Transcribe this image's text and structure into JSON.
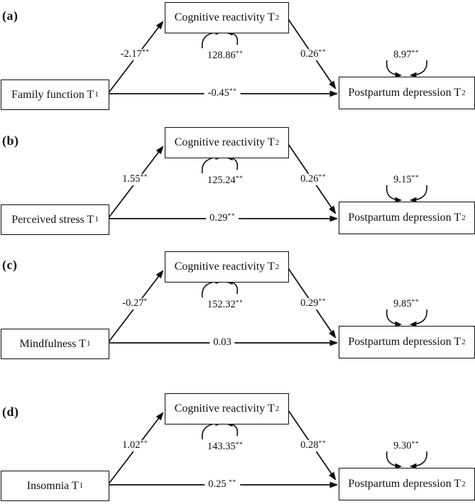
{
  "figure": {
    "mediator": {
      "text": "Cognitive reactivity T",
      "sub": "2"
    },
    "outcome": {
      "text": "Postpartum depression T",
      "sub": "2"
    }
  },
  "panels": [
    {
      "label": "(a)",
      "predictor": {
        "text": "Family function T",
        "sub": "1"
      },
      "path_a": {
        "value": "-2.17",
        "stars": "**"
      },
      "path_b": {
        "value": "0.26",
        "stars": "**"
      },
      "path_c": {
        "value": "-0.45",
        "stars": "**"
      },
      "mediator_variance": {
        "value": "128.86",
        "stars": "**"
      },
      "outcome_variance": {
        "value": "8.97",
        "stars": "**"
      }
    },
    {
      "label": "(b)",
      "predictor": {
        "text": "Perceived stress T",
        "sub": "1"
      },
      "path_a": {
        "value": "1.55",
        "stars": "**"
      },
      "path_b": {
        "value": "0.26",
        "stars": "**"
      },
      "path_c": {
        "value": "0.29",
        "stars": "**"
      },
      "mediator_variance": {
        "value": "125.24",
        "stars": "**"
      },
      "outcome_variance": {
        "value": "9.15",
        "stars": "**"
      }
    },
    {
      "label": "(c)",
      "predictor": {
        "text": "Mindfulness T",
        "sub": "1"
      },
      "path_a": {
        "value": "-0.27",
        "stars": "*"
      },
      "path_b": {
        "value": "0.29",
        "stars": "**"
      },
      "path_c": {
        "value": "0.03",
        "stars": ""
      },
      "mediator_variance": {
        "value": "152.32",
        "stars": "**"
      },
      "outcome_variance": {
        "value": "9.85",
        "stars": "**"
      }
    },
    {
      "label": "(d)",
      "predictor": {
        "text": "Insomnia T",
        "sub": "1"
      },
      "path_a": {
        "value": "1.02",
        "stars": "**"
      },
      "path_b": {
        "value": "0.28",
        "stars": "**"
      },
      "path_c": {
        "value": "0.25 ",
        "stars": "**"
      },
      "mediator_variance": {
        "value": "143.35",
        "stars": "**"
      },
      "outcome_variance": {
        "value": "9.30",
        "stars": "**"
      }
    }
  ]
}
